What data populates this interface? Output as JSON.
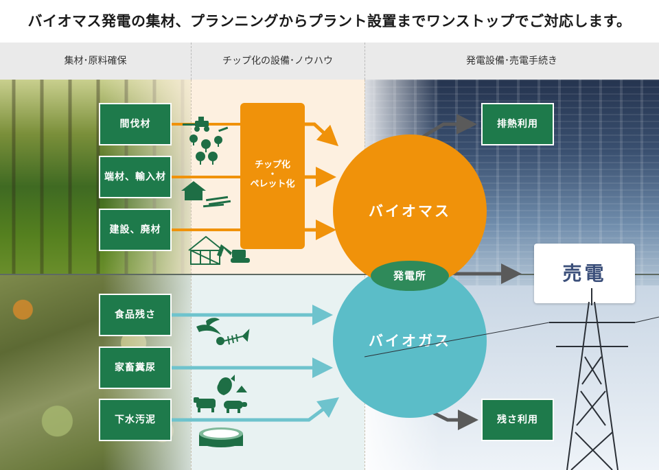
{
  "headline": "バイオマス発電の集材、プランニングからプラント設置までワンストップでご対応します。",
  "columns": [
    "集材･原料確保",
    "チップ化の設備･ノウハウ",
    "発電設備･売電手続き"
  ],
  "sources_top": [
    "間伐材",
    "端材、輸入材",
    "建設、廃材"
  ],
  "sources_bottom": [
    "食品残さ",
    "家畜糞尿",
    "下水汚泥"
  ],
  "chip_process": {
    "line1": "チップ化",
    "dot": "・",
    "line2": "ペレット化"
  },
  "biomass": "バイオマス",
  "biogas": "バイオガス",
  "power_plant": "発電所",
  "waste_heat": "排熱利用",
  "residue": "残さ利用",
  "sale": "売電",
  "colors": {
    "green": "#1e7a4b",
    "orange": "#f0920a",
    "teal": "#5bbdc8",
    "arrow_orange": "#f0920a",
    "arrow_teal": "#6ec3cd",
    "arrow_gray": "#5a5a5a",
    "icon": "#1e6e45"
  },
  "icons": [
    "forestry-machine-icon",
    "trees-icon",
    "house-lumber-icon",
    "building-frame-icon",
    "excavator-icon",
    "banana-peel-icon",
    "fish-bone-icon",
    "chicken-icon",
    "pig-cow-icon",
    "sludge-tank-icon"
  ]
}
